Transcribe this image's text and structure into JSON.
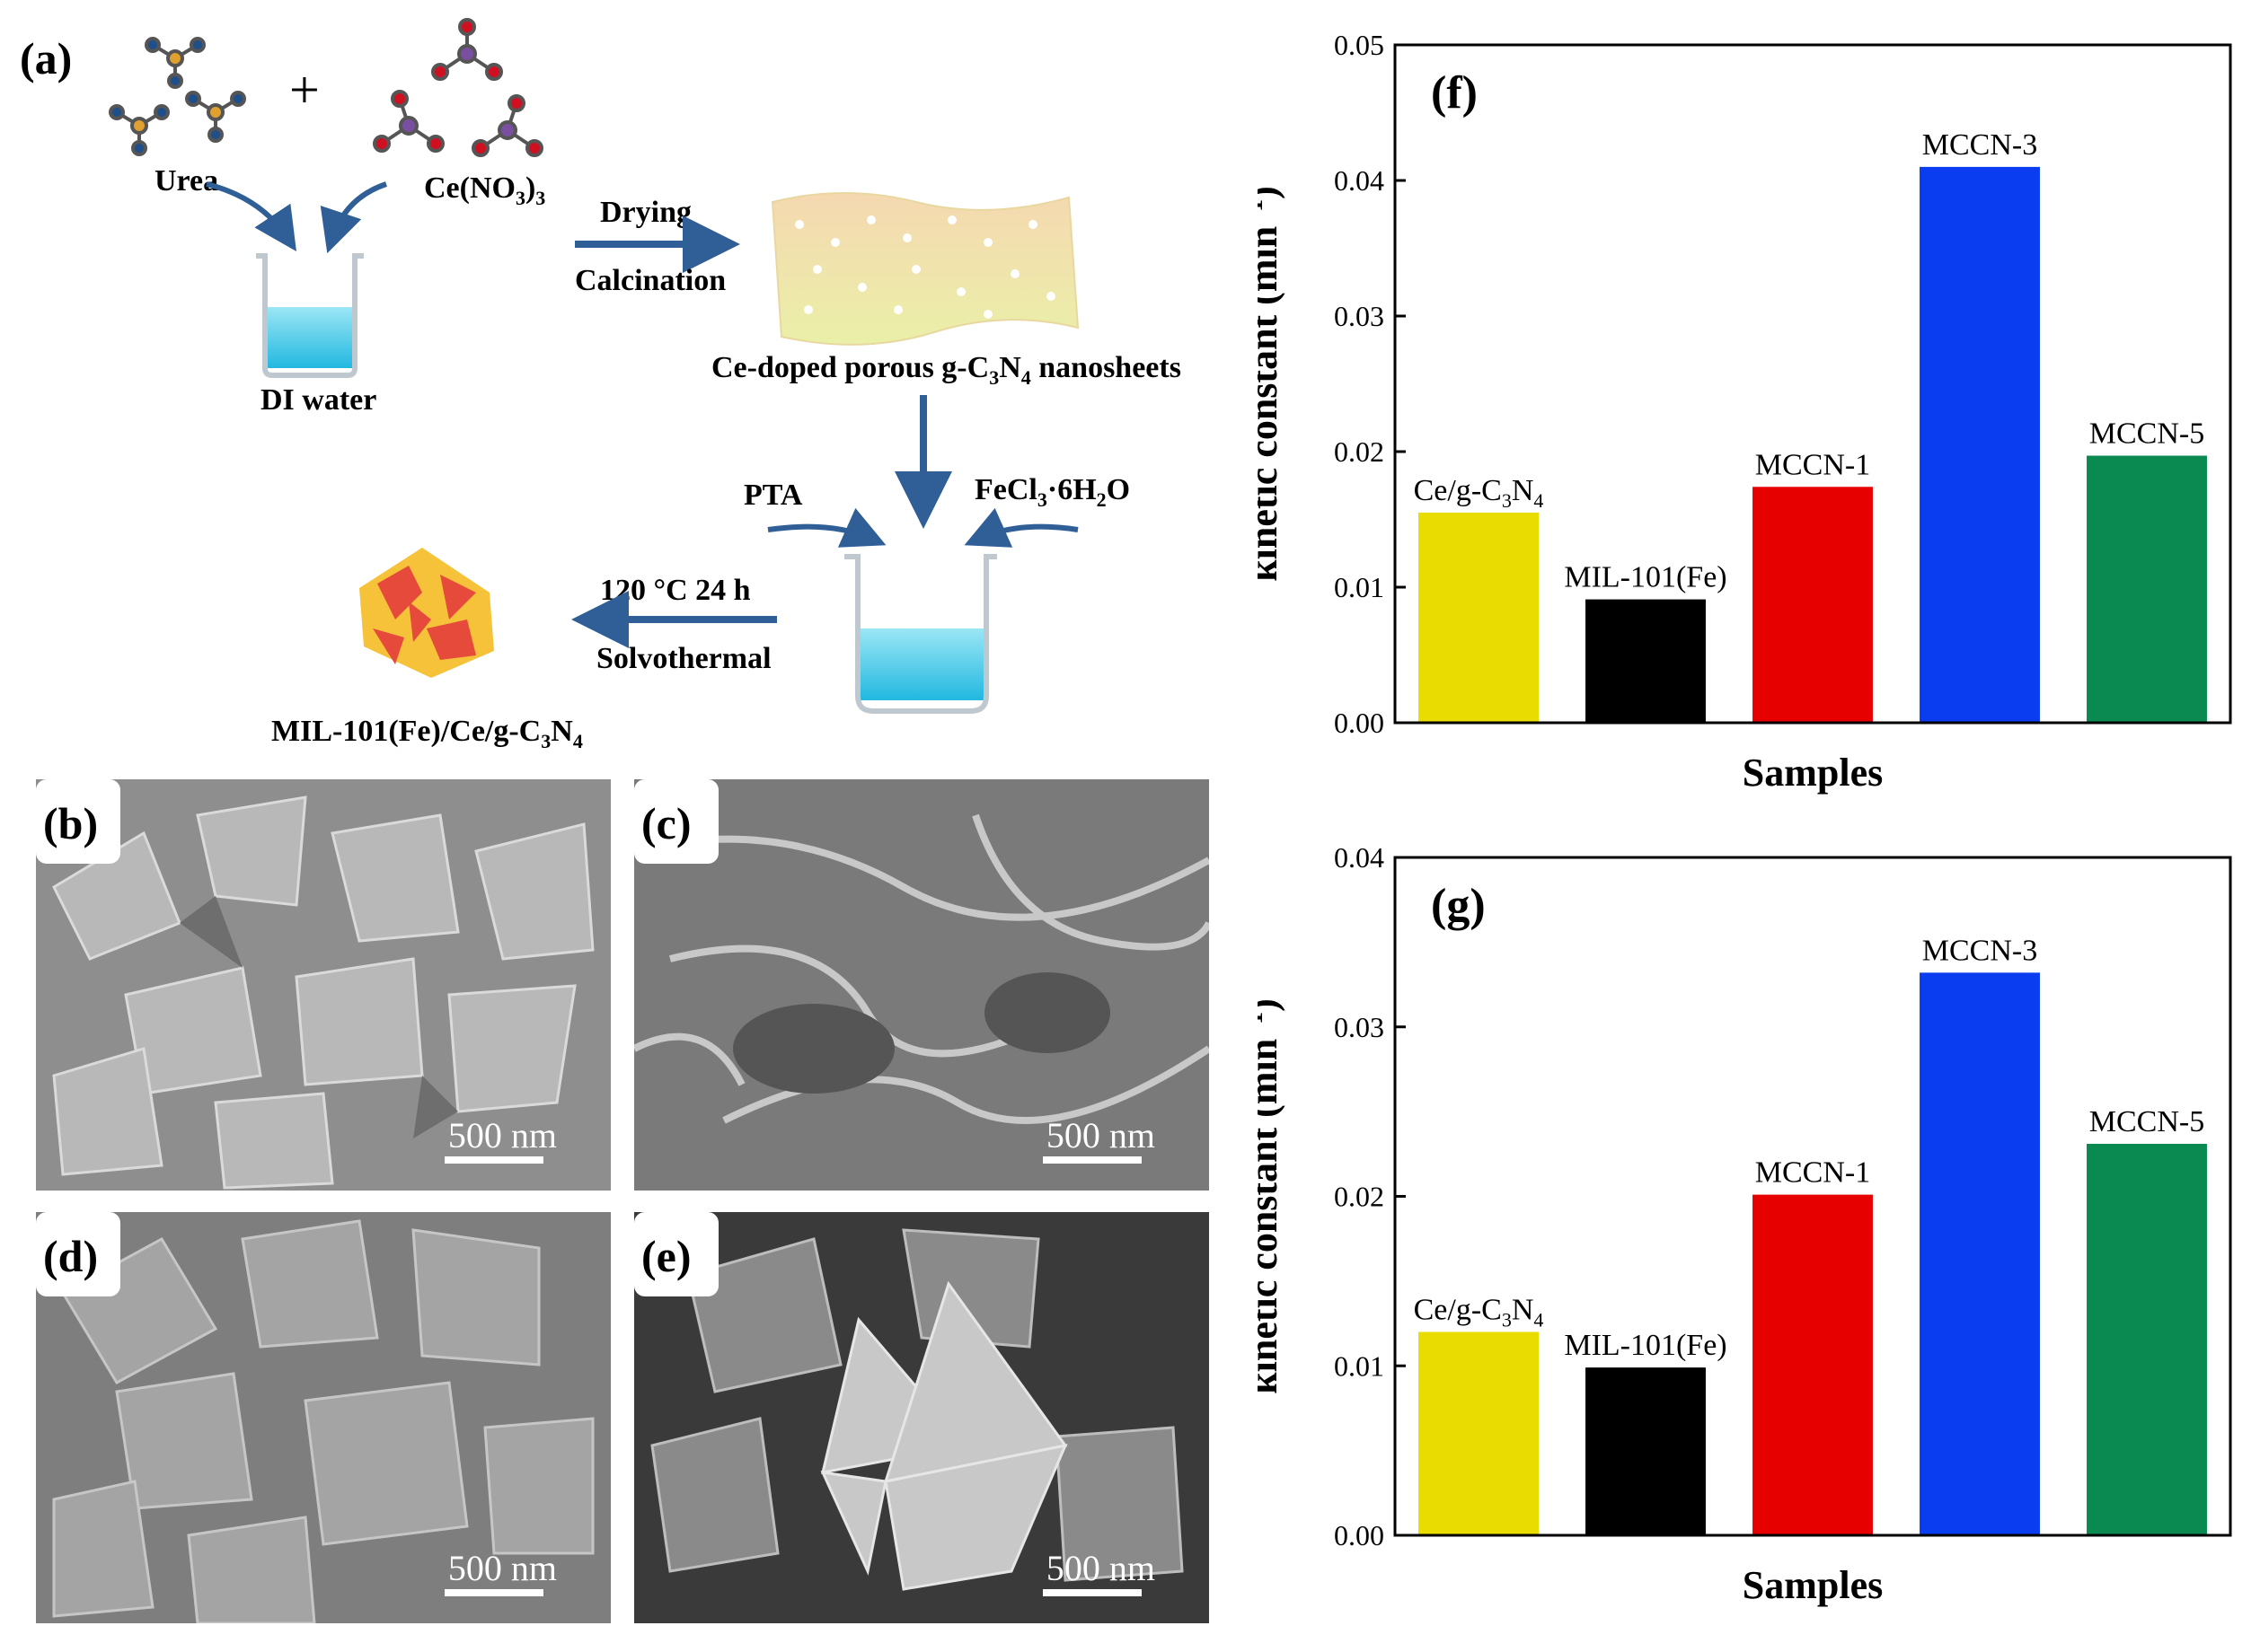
{
  "schematic": {
    "panel_label": "(a)",
    "plus": "+",
    "urea": "Urea",
    "ce_nitrate": {
      "main": "Ce(NO",
      "sub": "3",
      "tail": ")",
      "sub2": "3"
    },
    "di_water": "DI water",
    "drying": "Drying",
    "calcination": "Calcination",
    "nanosheets": {
      "main": "Ce-doped porous g-C",
      "sub1": "3",
      "mid": "N",
      "sub2": "4",
      "tail": " nanosheets"
    },
    "pta": "PTA",
    "fecl3": {
      "main": "FeCl",
      "sub1": "3",
      "mid": "·6H",
      "sub2": "2",
      "tail": "O"
    },
    "temp": "120 °C 24 h",
    "solvothermal": "Solvothermal",
    "product": {
      "main": "MIL-101(Fe)/Ce/g-C",
      "sub1": "3",
      "mid": "N",
      "sub2": "4"
    }
  },
  "sem_panels": [
    {
      "label": "(b)",
      "scale": "500 nm"
    },
    {
      "label": "(c)",
      "scale": "500 nm"
    },
    {
      "label": "(d)",
      "scale": "500 nm"
    },
    {
      "label": "(e)",
      "scale": "500 nm"
    }
  ],
  "colors": {
    "yellow": "#E8DC00",
    "black": "#000000",
    "red": "#E60000",
    "blue": "#0A3CF0",
    "green": "#0A8A50",
    "arrow": "#2F5F96"
  },
  "chart_data": [
    {
      "panel_label": "(f)",
      "type": "bar",
      "categories": [
        "Ce/g-C3N4",
        "MIL-101(Fe)",
        "MCCN-1",
        "MCCN-3",
        "MCCN-5"
      ],
      "values": [
        0.0155,
        0.0091,
        0.0174,
        0.041,
        0.0197
      ],
      "bar_colors": [
        "#E8DC00",
        "#000000",
        "#E60000",
        "#0A3CF0",
        "#0A8A50"
      ],
      "xlabel": "Samples",
      "ylabel": "kinetic constant (min",
      "ylabel_sup": "−1",
      "ylabel_tail": ")",
      "ylim": [
        0,
        0.05
      ],
      "yticks": [
        "0.00",
        "0.01",
        "0.02",
        "0.03",
        "0.04",
        "0.05"
      ],
      "bar_labels": [
        {
          "main": "Ce/g-C",
          "sub1": "3",
          "mid": "N",
          "sub2": "4"
        },
        {
          "main": "MIL-101(Fe)"
        },
        {
          "main": "MCCN-1"
        },
        {
          "main": "MCCN-3"
        },
        {
          "main": "MCCN-5"
        }
      ]
    },
    {
      "panel_label": "(g)",
      "type": "bar",
      "categories": [
        "Ce/g-C3N4",
        "MIL-101(Fe)",
        "MCCN-1",
        "MCCN-3",
        "MCCN-5"
      ],
      "values": [
        0.012,
        0.0099,
        0.0201,
        0.0332,
        0.0231
      ],
      "bar_colors": [
        "#E8DC00",
        "#000000",
        "#E60000",
        "#0A3CF0",
        "#0A8A50"
      ],
      "xlabel": "Samples",
      "ylabel": "kinetic constant (min",
      "ylabel_sup": "−1",
      "ylabel_tail": ")",
      "ylim": [
        0,
        0.04
      ],
      "yticks": [
        "0.00",
        "0.01",
        "0.02",
        "0.03",
        "0.04"
      ],
      "bar_labels": [
        {
          "main": "Ce/g-C",
          "sub1": "3",
          "mid": "N",
          "sub2": "4"
        },
        {
          "main": "MIL-101(Fe)"
        },
        {
          "main": "MCCN-1"
        },
        {
          "main": "MCCN-3"
        },
        {
          "main": "MCCN-5"
        }
      ]
    }
  ]
}
